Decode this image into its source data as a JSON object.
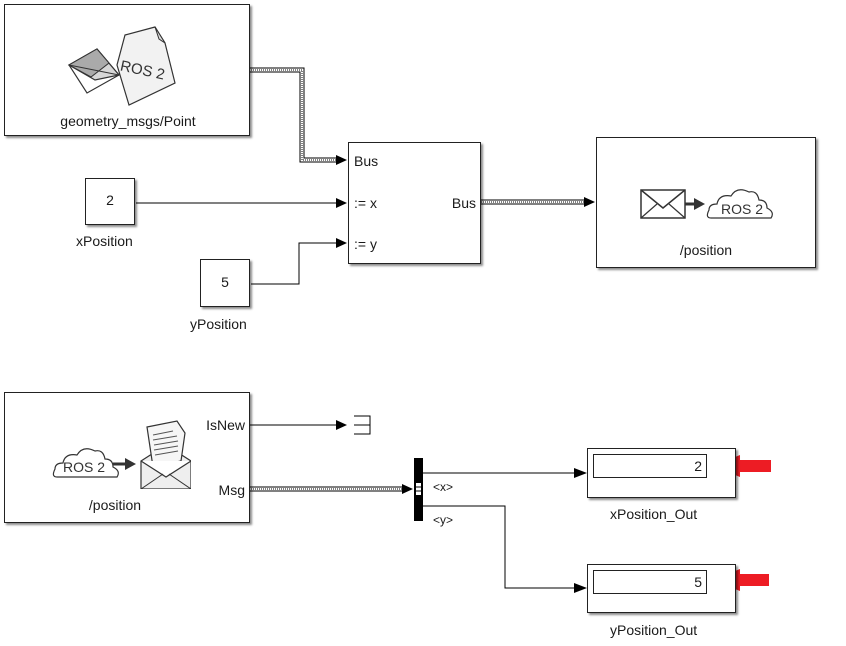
{
  "blocks": {
    "blank_message": {
      "label": "geometry_msgs/Point",
      "icon_text": "ROS 2"
    },
    "x_const": {
      "value": "2",
      "label": "xPosition"
    },
    "y_const": {
      "value": "5",
      "label": "yPosition"
    },
    "bus_assignment": {
      "inputs": [
        "Bus",
        ":= x",
        ":= y"
      ],
      "output": "Bus"
    },
    "publisher": {
      "label": "/position",
      "icon_text": "ROS 2"
    },
    "subscriber": {
      "label": "/position",
      "icon_text": "ROS 2",
      "outputs": [
        "IsNew",
        "Msg"
      ]
    },
    "bus_selector": {
      "outputs": [
        "<x>",
        "<y>"
      ]
    },
    "x_display": {
      "value": "2",
      "label": "xPosition_Out"
    },
    "y_display": {
      "value": "5",
      "label": "yPosition_Out"
    }
  },
  "colors": {
    "highlight_arrow": "#ed1c24",
    "block_border": "#222222",
    "icon_fill": "#f2f2f2"
  }
}
